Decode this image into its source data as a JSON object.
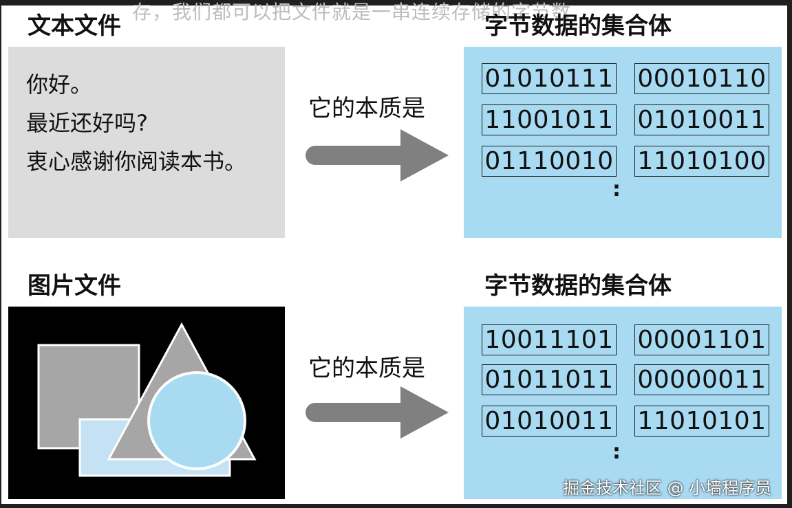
{
  "top_caption": "存，我们都可以把文件就是一串连续存储的字节数",
  "text_section": {
    "heading": "文本文件",
    "lines": [
      "你好。",
      "最近还好吗?",
      "衷心感谢你阅读本书。"
    ],
    "arrow_label": "它的本质是",
    "result_heading": "字节数据的集合体",
    "bytes": [
      "01010111",
      "00010110",
      "11001011",
      "01010011",
      "01110010",
      "11010100"
    ],
    "ellipsis": ":"
  },
  "image_section": {
    "heading": "图片文件",
    "arrow_label": "它的本质是",
    "result_heading": "字节数据的集合体",
    "bytes": [
      "10011101",
      "00001101",
      "01011011",
      "00000011",
      "01010011",
      "11010101"
    ],
    "ellipsis": ":"
  },
  "watermark": "掘金技术社区 @ 小墙程序员",
  "colors": {
    "text_box_bg": "#dcdcdc",
    "byte_box_bg": "#a8daf2",
    "arrow": "#808080",
    "image_bg": "#000000"
  }
}
